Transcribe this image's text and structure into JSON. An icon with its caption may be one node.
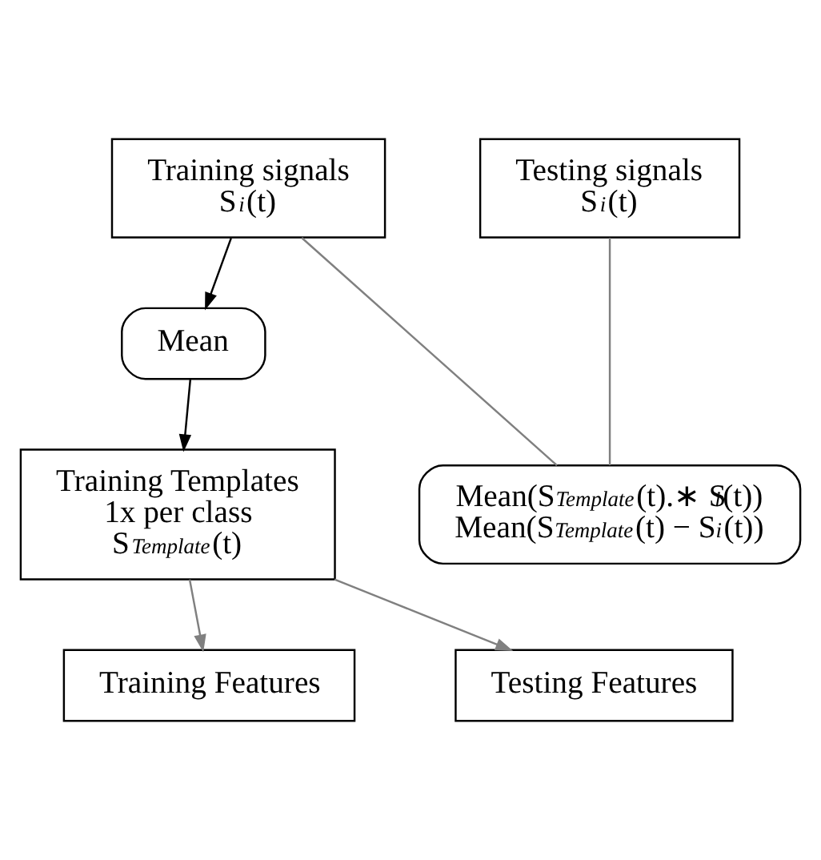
{
  "diagram": {
    "nodes": [
      {
        "text": [
          "Training signals",
          "S$_{i}$(t)"
        ]
      },
      {
        "text": [
          "Mean"
        ]
      },
      {
        "text": [
          "Training Templates",
          "1x per class",
          "S$_{Template}$(t)"
        ]
      },
      {
        "text": [
          "Testing signals",
          "S$_{i}$(t)"
        ]
      },
      {
        "text": [
          "Mean(S$_{Template}$(t).∗ S$_{i}$(t))",
          "Mean(S$_{Template}$(t) − S$_{i}$(t))"
        ]
      },
      {
        "text": [
          "Training Features"
        ]
      },
      {
        "text": [
          "Testing Features"
        ]
      }
    ],
    "edges": [
      {
        "from": 0,
        "to": 1,
        "arrow": "to",
        "color": "#000000"
      },
      {
        "from": 1,
        "to": 2,
        "arrow": "to",
        "color": "#000000"
      },
      {
        "from": 0,
        "to": 4,
        "arrow": "none"
      },
      {
        "from": 3,
        "to": 4,
        "arrow": "none"
      },
      {
        "from": 2,
        "to": 5,
        "arrow": "to"
      },
      {
        "from": 2,
        "to": 6,
        "arrow": "to"
      }
    ]
  }
}
